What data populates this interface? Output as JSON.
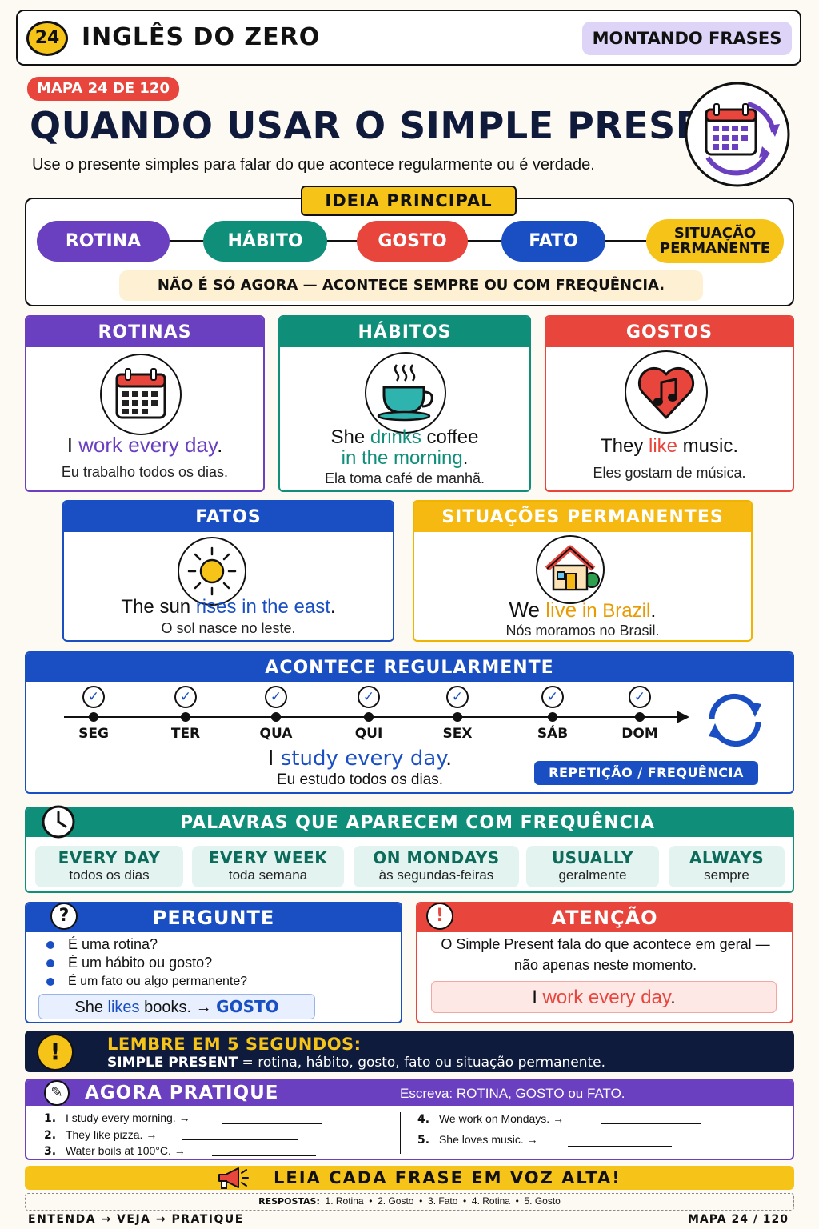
{
  "header": {
    "number": "24",
    "title": "INGLÊS DO ZERO",
    "tag": "MONTANDO FRASES"
  },
  "map_badge": "MAPA 24 DE 120",
  "main_title": "QUANDO USAR O SIMPLE PRESENT",
  "subtitle": "Use o presente simples para falar do que acontece regularmente ou é verdade.",
  "main_idea": {
    "label": "IDEIA PRINCIPAL",
    "pills": [
      "ROTINA",
      "HÁBITO",
      "GOSTO",
      "FATO",
      "SITUAÇÃO PERMANENTE"
    ],
    "note": "NÃO É SÓ AGORA — ACONTECE SEMPRE OU COM FREQUÊNCIA."
  },
  "cards": {
    "rotinas": {
      "title": "ROTINAS",
      "s1": "I ",
      "s2": "work every day",
      "s3": ".",
      "translation": "Eu trabalho todos os dias."
    },
    "habitos": {
      "title": "HÁBITOS",
      "s1": "She ",
      "s2": "drinks",
      "s3": " coffee",
      "s4": "in the morning",
      "s5": ".",
      "translation": "Ela toma café de manhã."
    },
    "gostos": {
      "title": "GOSTOS",
      "s1": "They ",
      "s2": "like",
      "s3": " music.",
      "translation": "Eles gostam de música."
    },
    "fatos": {
      "title": "FATOS",
      "s1": "The sun ",
      "s2": "rises",
      "s3": " in the east",
      "s4": ".",
      "translation": "O sol nasce no leste."
    },
    "permanentes": {
      "title": "SITUAÇÕES PERMANENTES",
      "s1": "We ",
      "s2": "live",
      "s3": " in Brazil",
      "s4": ".",
      "translation": "Nós moramos no Brasil."
    }
  },
  "regular": {
    "title": "ACONTECE REGULARMENTE",
    "days": [
      "SEG",
      "TER",
      "QUA",
      "QUI",
      "SEX",
      "SÁB",
      "DOM"
    ],
    "s1": "I ",
    "s2": "study every",
    "s3": " day",
    "s4": ".",
    "translation": "Eu estudo todos os dias.",
    "badge": "REPETIÇÃO / FREQUÊNCIA"
  },
  "frequency": {
    "title": "PALAVRAS QUE APARECEM COM FREQUÊNCIA",
    "words": [
      {
        "en": "EVERY DAY",
        "pt": "todos os dias"
      },
      {
        "en": "EVERY WEEK",
        "pt": "toda semana"
      },
      {
        "en": "ON MONDAYS",
        "pt": "às segundas-feiras"
      },
      {
        "en": "USUALLY",
        "pt": "geralmente"
      },
      {
        "en": "ALWAYS",
        "pt": "sempre"
      }
    ]
  },
  "ask": {
    "title": "PERGUNTE",
    "questions": [
      "É uma rotina?",
      "É um hábito ou gosto?",
      "É um fato ou algo permanente?"
    ],
    "ex1": "She ",
    "ex2": "likes",
    "ex3": " books. → ",
    "ex4": "GOSTO"
  },
  "attention": {
    "title": "ATENÇÃO",
    "text1": "O Simple Present fala do que acontece em geral —",
    "text2": "não apenas neste momento.",
    "ex1": "I ",
    "ex2": "work every day",
    "ex3": "."
  },
  "remember": {
    "title": "LEMBRE EM 5 SEGUNDOS:",
    "bold": "SIMPLE PRESENT",
    "rest": " = rotina, hábito, gosto, fato ou situação permanente."
  },
  "practice": {
    "title": "AGORA PRATIQUE",
    "instruction": "Escreva: ROTINA, GOSTO ou FATO.",
    "items": [
      {
        "n": "1.",
        "t": "I study every morning. →"
      },
      {
        "n": "2.",
        "t": "They like pizza. →"
      },
      {
        "n": "3.",
        "t": "Water boils at 100°C. →"
      },
      {
        "n": "4.",
        "t": "We work on Mondays. →"
      },
      {
        "n": "5.",
        "t": "She loves music. →"
      }
    ]
  },
  "read_aloud": "LEIA CADA FRASE EM VOZ ALTA!",
  "answers": {
    "label": "RESPOSTAS:",
    "items": [
      "1. Rotina",
      "2. Gosto",
      "3. Fato",
      "4. Rotina",
      "5. Gosto"
    ]
  },
  "footer": {
    "left": "ENTENDA → VEJA → PRATIQUE",
    "right": "MAPA 24 / 120"
  },
  "colors": {
    "purple": "#6a3fc0",
    "teal": "#0f8f7a",
    "red": "#e8453c",
    "blue": "#1a4fc4",
    "yellow": "#f6c419",
    "navy": "#0f1b3d"
  }
}
